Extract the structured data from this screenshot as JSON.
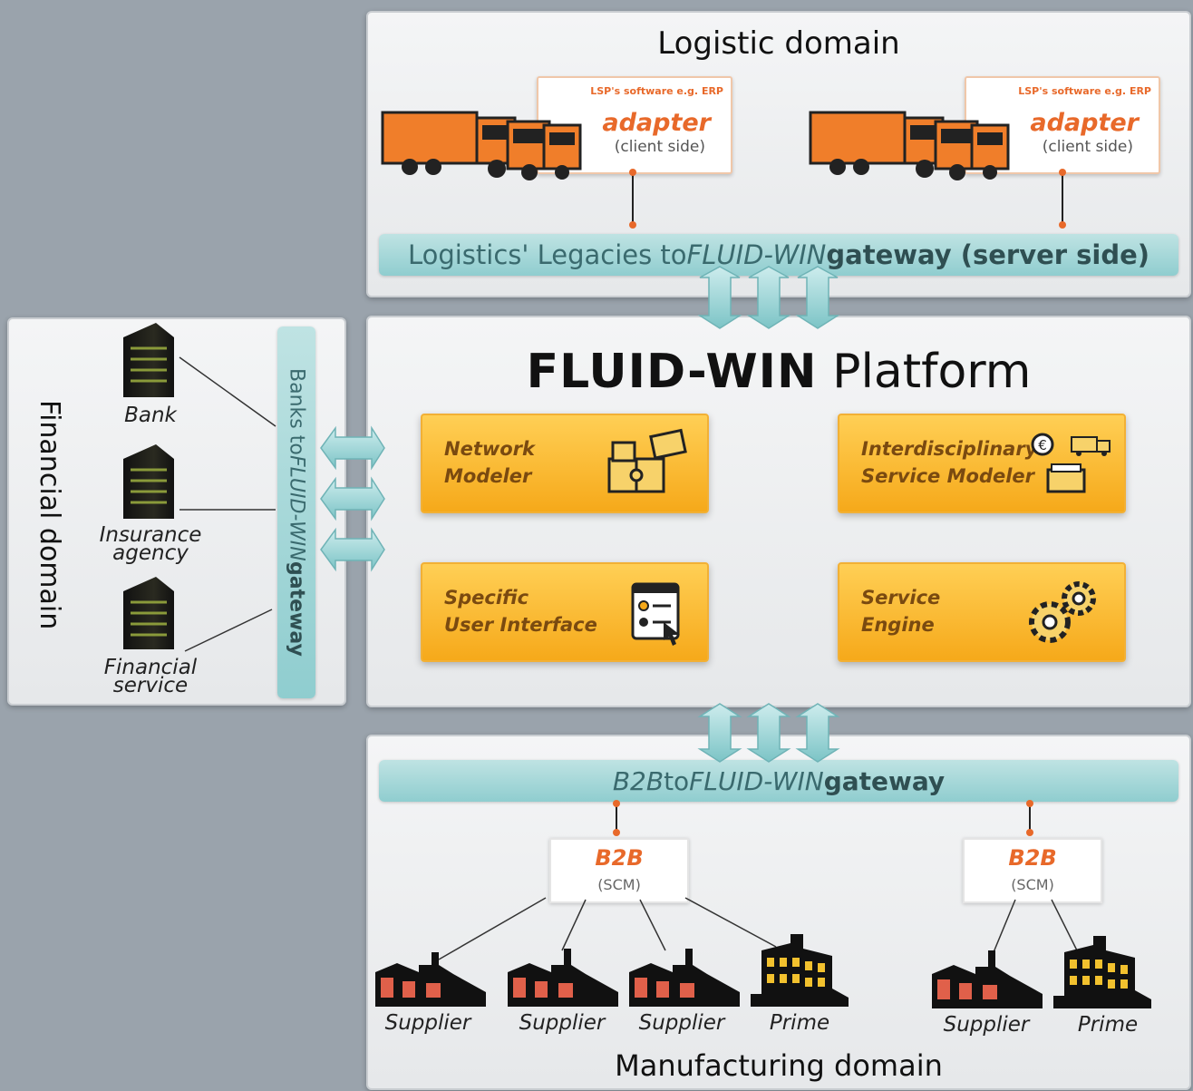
{
  "logistic": {
    "title": "Logistic domain",
    "software_label": "LSP's software e.g. ERP",
    "adapter_label": "adapter",
    "client_label": "(client side)",
    "gateway_prefix": "Logistics' Legacies to ",
    "gateway_brand": "FLUID-WIN",
    "gateway_suffix": " gateway (server side)"
  },
  "platform": {
    "title_bold": "FLUID-WIN",
    "title_light": "Platform",
    "modules": [
      {
        "label": "Network\nModeler"
      },
      {
        "label": "Interdisciplinary\nService Modeler"
      },
      {
        "label": "Specific\nUser Interface"
      },
      {
        "label": "Service\nEngine"
      }
    ]
  },
  "financial": {
    "title": "Financial domain",
    "gateway_prefix": "Banks to ",
    "gateway_brand": "FLUID-WIN",
    "gateway_suffix": " gateway",
    "entities": [
      {
        "label": "Bank"
      },
      {
        "label": "Insurance\nagency"
      },
      {
        "label": "Financial\nservice"
      }
    ]
  },
  "manufacturing": {
    "title": "Manufacturing domain",
    "gateway_prefix": "B2B",
    "gateway_mid": " to ",
    "gateway_brand": "FLUID-WIN",
    "gateway_suffix": " gateway",
    "b2b_label": "B2B",
    "scm_label": "(SCM)",
    "companies": [
      {
        "label": "Supplier"
      },
      {
        "label": "Supplier"
      },
      {
        "label": "Supplier"
      },
      {
        "label": "Prime"
      },
      {
        "label": "Supplier"
      },
      {
        "label": "Prime"
      }
    ]
  },
  "colors": {
    "accent_orange": "#e8692a",
    "module_gold": "#f6a91a",
    "gateway_teal": "#8fcdcf"
  }
}
